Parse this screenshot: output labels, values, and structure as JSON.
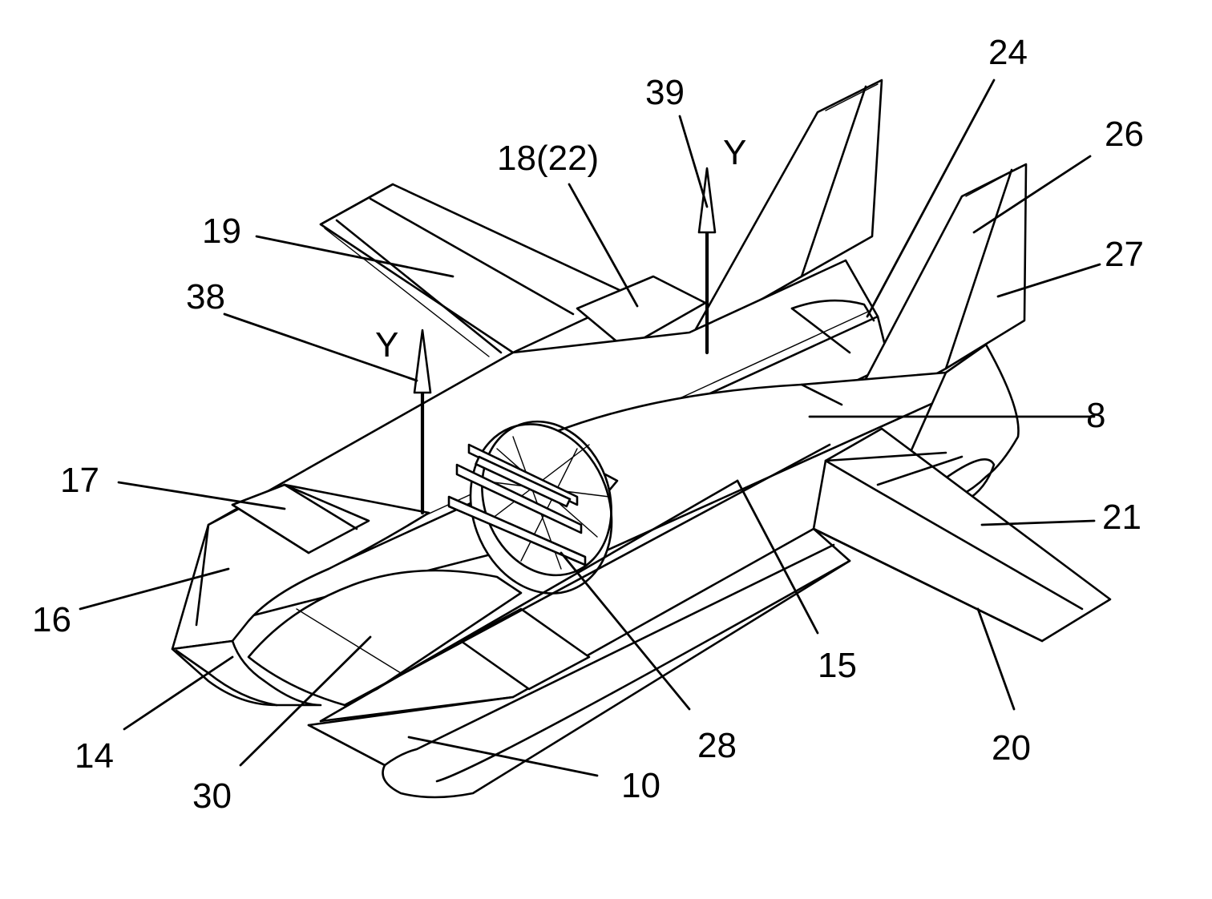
{
  "labels": {
    "l8": "8",
    "l10": "10",
    "l14": "14",
    "l15": "15",
    "l16": "16",
    "l17": "17",
    "l18": "18(22)",
    "l19": "19",
    "l20": "20",
    "l21": "21",
    "l24": "24",
    "l26": "26",
    "l27": "27",
    "l28": "28",
    "l30": "30",
    "l38": "38",
    "l39": "39",
    "axis_left": "Y",
    "axis_right": "Y"
  }
}
